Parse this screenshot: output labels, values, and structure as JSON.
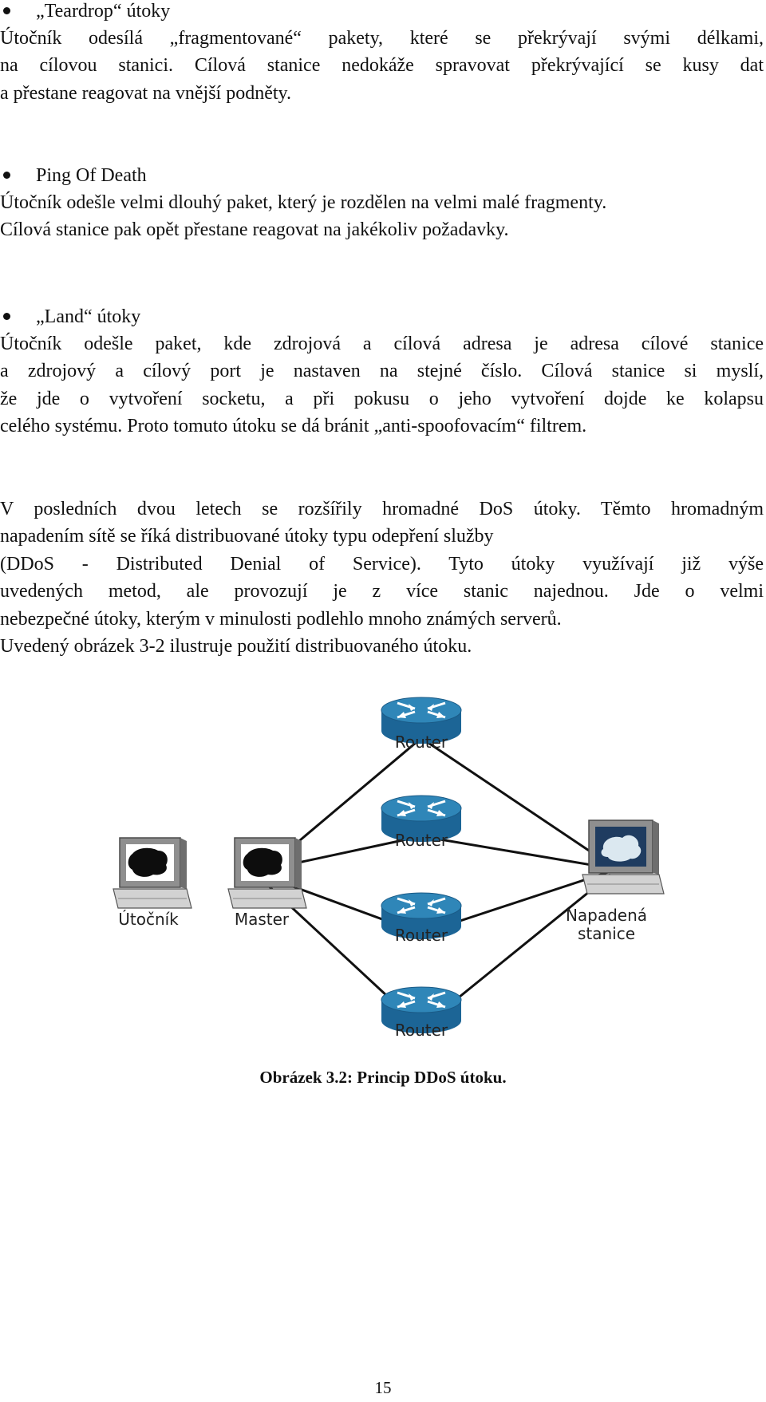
{
  "sections": [
    {
      "bullet": "„Teardrop“ útoky",
      "lines": [
        "Útočník odesílá „fragmentované“ pakety, které se překrývají svými délkami,",
        "na cílovou stanici. Cílová stanice nedokáže spravovat překrývající se kusy dat",
        "a přestane reagovat na vnější podněty."
      ]
    },
    {
      "bullet": "Ping Of Death",
      "lines": [
        "Útočník odešle velmi dlouhý paket, který je rozdělen na velmi malé fragmenty.",
        "Cílová stanice pak opět přestane reagovat na jakékoliv požadavky."
      ]
    },
    {
      "bullet": "„Land“ útoky",
      "lines": [
        "Útočník odešle paket, kde zdrojová a cílová adresa je adresa cílové stanice",
        "a zdrojový a cílový port je nastaven na stejné číslo. Cílová stanice si myslí,",
        "že jde o vytvoření socketu, a při pokusu o jeho vytvoření dojde ke kolapsu",
        "celého systému. Proto tomuto útoku se dá bránit „anti-spoofovacím“ filtrem."
      ]
    }
  ],
  "ddos_paragraph": [
    "V posledních dvou letech se rozšířily hromadné DoS útoky. Těmto hromadným",
    "napadením sítě se říká distribuované útoky typu odepření služby",
    "(DDoS - Distributed Denial of Service). Tyto útoky využívají již výše",
    "uvedených metod, ale provozují je z více stanic najednou. Jde o velmi",
    "nebezpečné útoky, kterým v minulosti podlehlo mnoho známých serverů.",
    "Uvedený obrázek 3-2 ilustruje použití distribuovaného útoku."
  ],
  "diagram": {
    "router_labels": [
      "Router",
      "Router",
      "Router",
      "Router"
    ],
    "attacker_label": "Útočník",
    "master_label": "Master",
    "victim_label_line1": "Napadená",
    "victim_label_line2": "stanice"
  },
  "caption": "Obrázek 3.2: Princip DDoS útoku.",
  "page_number": "15",
  "colors": {
    "router_top": "#2f86b8",
    "router_side": "#1c6596",
    "computer_case": "#9a9a9a",
    "screen_dark": "#101010",
    "screen_victim": "#dbe8f0"
  }
}
